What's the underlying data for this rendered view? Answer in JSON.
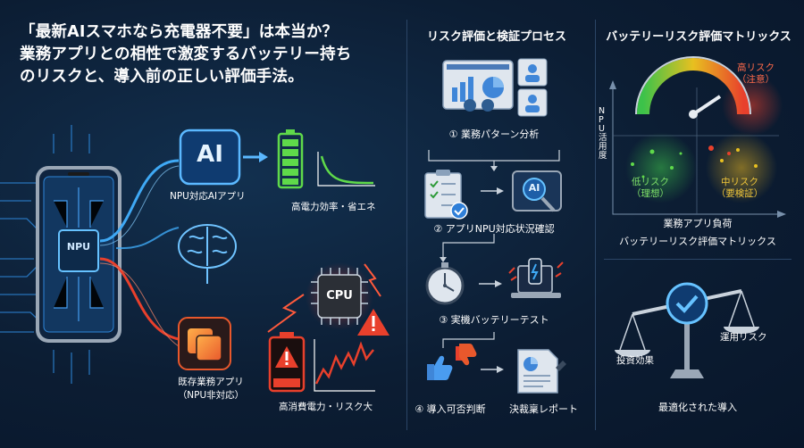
{
  "headline": {
    "line1": "「最新AIスマホなら充電器不要」は本当か？",
    "line2": "業務アプリとの相性で激変するバッテリー持ち",
    "line3": "のリスクと、導入前の正しい評価手法。"
  },
  "left": {
    "phone_chip": "NPU",
    "ai_icon": "AI",
    "npu_app_label": "NPU対応AIアプリ",
    "efficiency_label": "高電力効率・省エネ",
    "cpu_chip": "CPU",
    "legacy_app_label_line1": "既存業務アプリ",
    "legacy_app_label_line2": "（NPU非対応）",
    "consumption_label": "高消費電力・リスク大"
  },
  "process": {
    "title": "リスク評価と検証プロセス",
    "steps": [
      {
        "label": "① 業務パターン分析"
      },
      {
        "label": "② アプリNPU対応状況確認"
      },
      {
        "label": "③ 実機バッテリーテスト"
      },
      {
        "label": "④ 導入可否判断"
      }
    ],
    "report_label": "決裁稟レポート",
    "tablet_ai": "AI"
  },
  "matrix": {
    "title": "バッテリーリスク評価マトリックス",
    "y_axis": "NPU活用度",
    "high_risk_line1": "高リスク",
    "high_risk_line2": "（注意）",
    "low_risk_line1": "低リスク",
    "low_risk_line2": "（理想）",
    "mid_risk_line1": "中リスク",
    "mid_risk_line2": "（要検証）",
    "x_axis": "業務アプリ負荷",
    "caption": "バッテリーリスク評価マトリックス"
  },
  "balance": {
    "left_label": "投資効果",
    "right_label": "運用リスク",
    "caption": "最適化された導入"
  },
  "colors": {
    "background": "#0c1d33",
    "accent_blue": "#3fa9f5",
    "accent_red": "#e8402c",
    "accent_green": "#5fd94a",
    "accent_yellow": "#e8c020",
    "panel_line": "#3b5574"
  }
}
